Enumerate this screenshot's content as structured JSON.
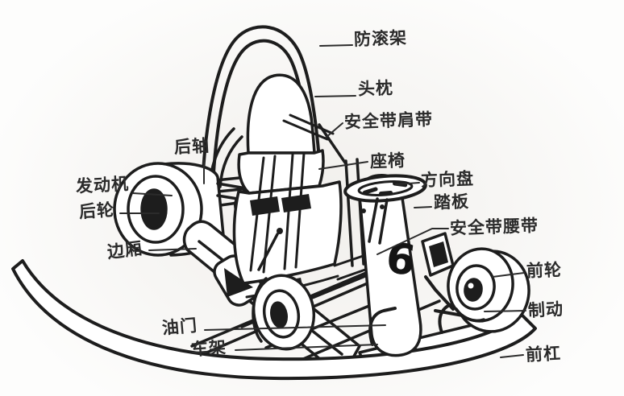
{
  "diagram": {
    "kart_number": "6",
    "labels": {
      "roll_cage": "防滚架",
      "headrest": "头枕",
      "shoulder_belt": "安全带肩带",
      "seat": "座椅",
      "steering_wheel": "方向盘",
      "pedal": "踏板",
      "lap_belt": "安全带腰带",
      "front_wheel": "前轮",
      "brake": "制动",
      "front_bumper": "前杠",
      "rear_axle": "后轴",
      "engine": "发动机",
      "rear_wheel": "后轮",
      "side_pod": "边厢",
      "throttle": "油门",
      "frame": "车架"
    },
    "colors": {
      "background": "#f4f2ef",
      "line": "#1d1d1d",
      "text": "#2b2b2b"
    }
  }
}
